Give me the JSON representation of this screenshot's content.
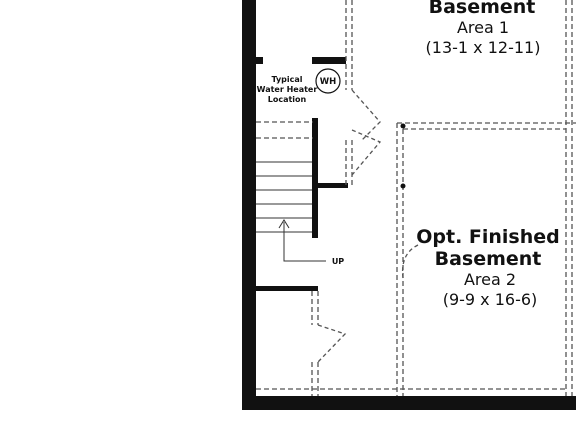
{
  "rooms": {
    "area1": {
      "line1": "Basement",
      "line2": "Area 1",
      "dims": "(13-1 x 12-11)"
    },
    "area2": {
      "line1": "Opt. Finished",
      "line2": "Basement",
      "line3": "Area 2",
      "dims": "(9-9 x 16-6)"
    }
  },
  "water_heater": {
    "badge": "WH",
    "line1": "Typical",
    "line2": "Water Heater",
    "line3": "Location"
  },
  "stairs": {
    "direction": "UP"
  },
  "colors": {
    "wall": "#111111",
    "dashed": "#555555",
    "background": "#ffffff"
  }
}
